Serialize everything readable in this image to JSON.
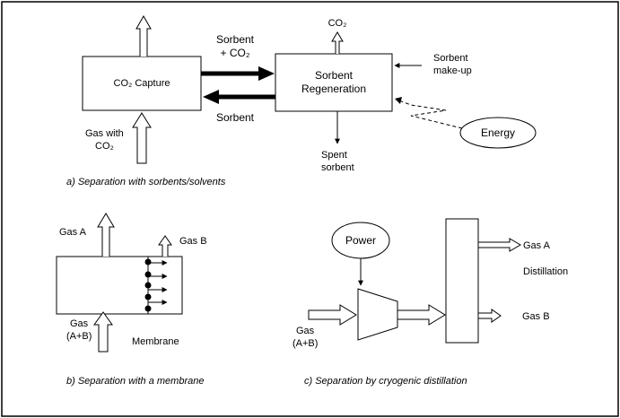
{
  "panel_a": {
    "caption": "a)  Separation with sorbents/solvents",
    "capture_box": "CO₂ Capture",
    "regen_box_line1": "Sorbent",
    "regen_box_line2": "Regeneration",
    "top_arrow_line1": "Sorbent",
    "top_arrow_line2": "+ CO₂",
    "bottom_arrow": "Sorbent",
    "co2_out": "CO₂",
    "makeup_line1": "Sorbent",
    "makeup_line2": "make-up",
    "energy": "Energy",
    "spent_line1": "Spent",
    "spent_line2": "sorbent",
    "gas_in_line1": "Gas with",
    "gas_in_line2": "CO₂"
  },
  "panel_b": {
    "caption": "b)  Separation with a membrane",
    "gas_a": "Gas A",
    "gas_b": "Gas B",
    "gas_in_line1": "Gas",
    "gas_in_line2": "(A+B)",
    "membrane": "Membrane"
  },
  "panel_c": {
    "caption": "c)  Separation by cryogenic distillation",
    "power": "Power",
    "gas_a": "Gas A",
    "gas_b": "Gas B",
    "distillation": "Distillation",
    "gas_in_line1": "Gas",
    "gas_in_line2": "(A+B)"
  }
}
